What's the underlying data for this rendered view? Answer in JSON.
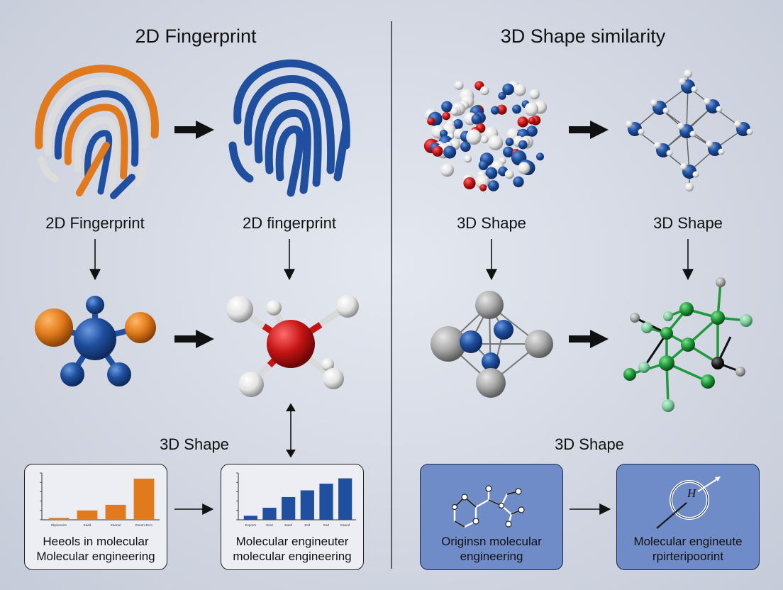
{
  "left": {
    "title": "2D Fingerprint",
    "label_a": "2D Fingerprint",
    "label_b": "2D fingerprint",
    "label_c": "3D Shape",
    "card1": {
      "line1": "Heeols in molecular",
      "line2": "Molecular engineering"
    },
    "card2": {
      "line1": "Molecular engineuter",
      "line2": "molecular engineering"
    }
  },
  "right": {
    "title": "3D Shape similarity",
    "label_a": "3D Shape",
    "label_b": "3D Shape",
    "label_c": "3D Shape",
    "card3": {
      "line1": "Originsn molecular",
      "line2": "engineering"
    },
    "card4": {
      "line1": "Molecular engineute",
      "line2": "rpirteripoorint",
      "symbol": "H"
    }
  },
  "chart_data": [
    {
      "type": "bar",
      "categories": [
        "Ekpumorm",
        "Eadd",
        "Eaenal",
        "Exeoni Ecm"
      ],
      "values": [
        1,
        5,
        8,
        22
      ],
      "ylim": [
        0,
        25
      ]
    },
    {
      "type": "bar",
      "categories": [
        "Exporm",
        "Emd",
        "Eand",
        "Ecd",
        "Esd",
        "Eaend"
      ],
      "values": [
        3,
        9,
        17,
        22,
        27,
        31
      ],
      "ylim": [
        0,
        35
      ]
    }
  ],
  "colors": {
    "orange": "#e07a1c",
    "blue": "#1f4f9e",
    "red": "#c41414",
    "green": "#1f9a3a",
    "gray": "#a8a8a8"
  }
}
